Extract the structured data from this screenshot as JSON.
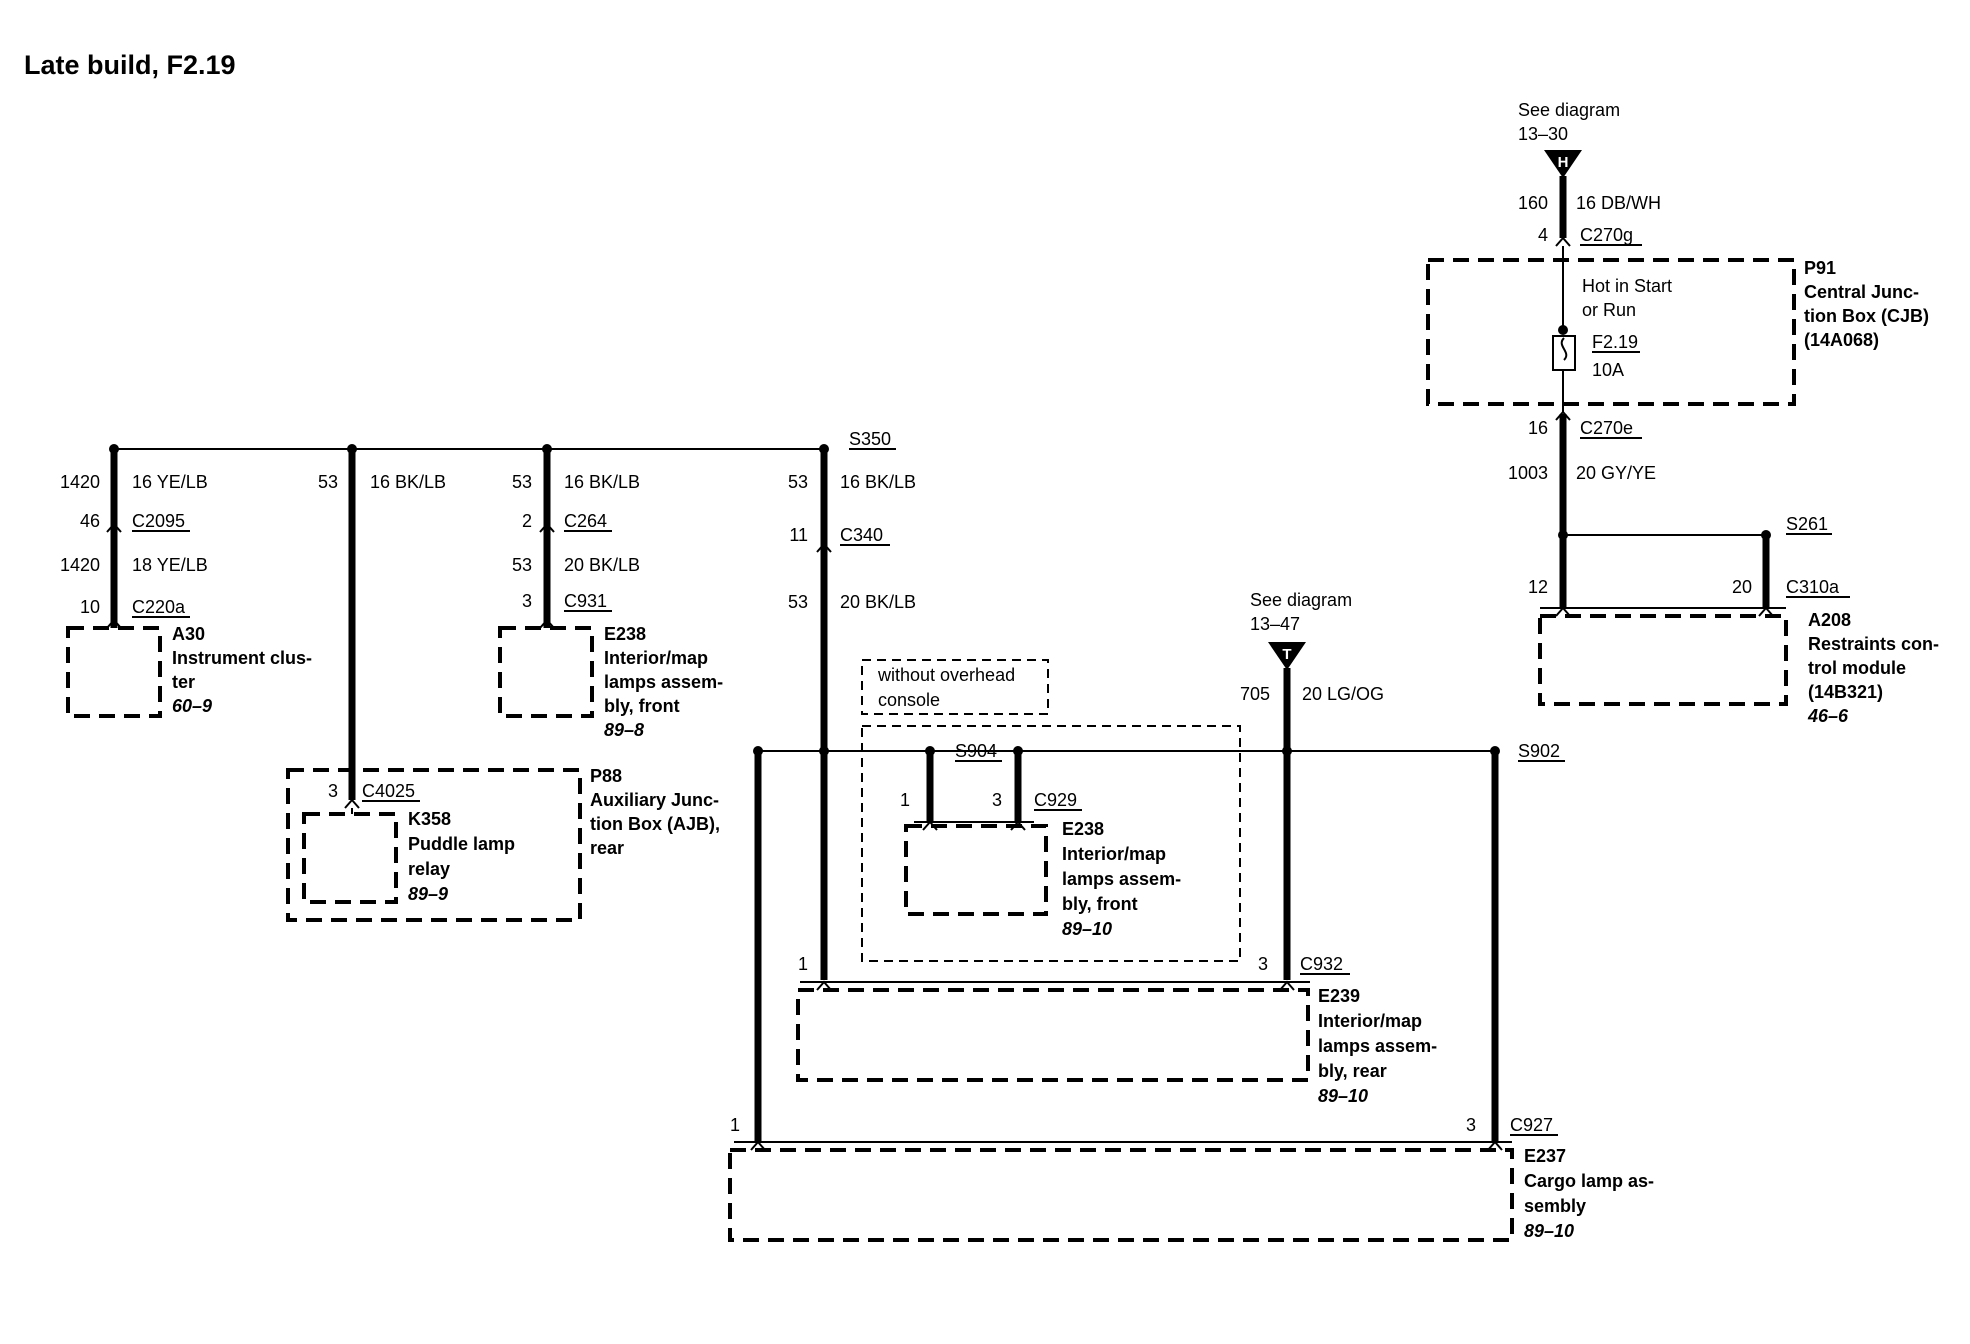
{
  "title": "Late build, F2.19",
  "references": {
    "h": {
      "line1": "See diagram",
      "line2": "13–30",
      "letter": "H"
    },
    "t": {
      "line1": "See diagram",
      "line2": "13–47",
      "letter": "T"
    }
  },
  "cjb": {
    "top_circuit": "160",
    "top_wire": "16 DB/WH",
    "top_pin": "4",
    "top_connector": "C270g",
    "hot_line1": "Hot in Start",
    "hot_line2": "or Run",
    "fuse": "F2.19",
    "fuse_rating": "10A",
    "label": [
      "P91",
      "Central Junc-",
      "tion Box (CJB)",
      "(14A068)"
    ],
    "bottom_pin": "16",
    "bottom_connector": "C270e",
    "bottom_circuit": "1003",
    "bottom_wire": "20 GY/YE"
  },
  "splices": {
    "s261": "S261",
    "s350": "S350",
    "s904": "S904",
    "s902": "S902"
  },
  "restraints": {
    "pin_left": "12",
    "pin_right": "20",
    "connector": "C310a",
    "label": [
      "A208",
      "Restraints con-",
      "trol module",
      "(14B321)"
    ],
    "ref": "46–6"
  },
  "cluster": {
    "circuit1": "1420",
    "wire1": "16 YE/LB",
    "pin1": "46",
    "connector1": "C2095",
    "circuit2": "1420",
    "wire2": "18 YE/LB",
    "pin2": "10",
    "connector2": "C220a",
    "label": [
      "A30",
      "Instrument clus-",
      "ter"
    ],
    "ref": "60–9"
  },
  "ajb": {
    "circuit": "53",
    "wire": "16 BK/LB",
    "pin": "3",
    "connector": "C4025",
    "relay_label": [
      "K358",
      "Puddle lamp",
      "relay"
    ],
    "relay_ref": "89–9",
    "label": [
      "P88",
      "Auxiliary Junc-",
      "tion Box (AJB),",
      "rear"
    ]
  },
  "front_lamp": {
    "circuit1": "53",
    "wire1": "16 BK/LB",
    "pin1": "2",
    "connector1": "C264",
    "circuit2": "53",
    "wire2": "20 BK/LB",
    "pin2": "3",
    "connector2": "C931",
    "label": [
      "E238",
      "Interior/map",
      "lamps assem-",
      "bly, front"
    ],
    "ref": "89–8"
  },
  "c340": {
    "circuit1": "53",
    "wire1": "16 BK/LB",
    "pin": "11",
    "connector": "C340",
    "circuit2": "53",
    "wire2": "20 BK/LB"
  },
  "overhead": {
    "note_line1": "without overhead",
    "note_line2": "console",
    "pin_left": "1",
    "pin_right": "3",
    "connector": "C929",
    "label": [
      "E238",
      "Interior/map",
      "lamps assem-",
      "bly, front"
    ],
    "ref": "89–10"
  },
  "t_wire": {
    "circuit": "705",
    "wire": "20 LG/OG"
  },
  "rear_lamp": {
    "pin_left": "1",
    "pin_right": "3",
    "connector": "C932",
    "label": [
      "E239",
      "Interior/map",
      "lamps assem-",
      "bly, rear"
    ],
    "ref": "89–10"
  },
  "cargo": {
    "pin_left": "1",
    "pin_right": "3",
    "connector": "C927",
    "label": [
      "E237",
      "Cargo lamp as-",
      "sembly"
    ],
    "ref": "89–10"
  }
}
